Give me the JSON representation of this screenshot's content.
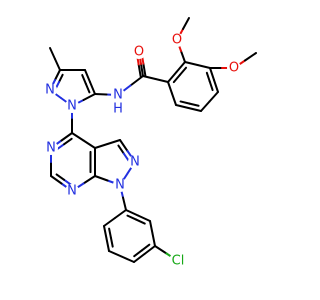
{
  "colors": {
    "carbon": "#000000",
    "nitrogen": "#2230e0",
    "oxygen": "#e8100c",
    "chlorine": "#16a816",
    "background": "#ffffff"
  },
  "atoms": [
    {
      "id": "n_amide",
      "symbol": "N",
      "sub": "H",
      "color": "nitrogen"
    },
    {
      "id": "o_carbonyl",
      "symbol": "O",
      "color": "oxygen"
    },
    {
      "id": "o_methoxy_2",
      "symbol": "O",
      "color": "oxygen"
    },
    {
      "id": "o_methoxy_3",
      "symbol": "O",
      "color": "oxygen"
    },
    {
      "id": "n_pz1_n2",
      "symbol": "N",
      "color": "nitrogen"
    },
    {
      "id": "n_pz1_n1",
      "symbol": "N",
      "color": "nitrogen"
    },
    {
      "id": "n_pyr_a",
      "symbol": "N",
      "color": "nitrogen"
    },
    {
      "id": "n_pyr_b",
      "symbol": "N",
      "color": "nitrogen"
    },
    {
      "id": "n_pz2_n2",
      "symbol": "N",
      "color": "nitrogen"
    },
    {
      "id": "n_pz2_n1",
      "symbol": "N",
      "color": "nitrogen"
    },
    {
      "id": "cl",
      "symbol": "Cl",
      "color": "chlorine"
    }
  ]
}
